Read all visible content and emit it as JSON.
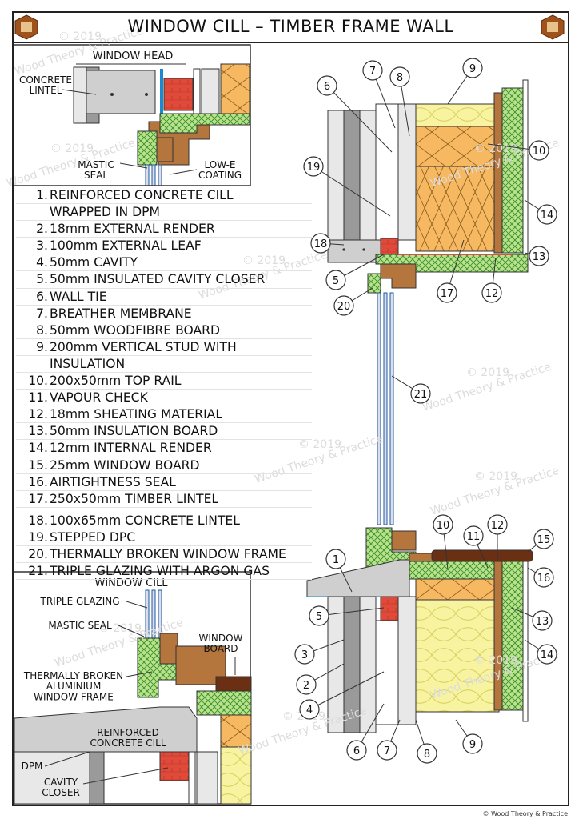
{
  "title": "WINDOW CILL – TIMBER FRAME WALL",
  "insets": {
    "head": {
      "title": "WINDOW HEAD",
      "concrete_lintel": "CONCRETE\nLINTEL",
      "mastic_seal": "MASTIC\nSEAL",
      "low_e_coating": "LOW-E\nCOATING"
    },
    "cill": {
      "title": "WINDOW CILL",
      "triple_glazing": "TRIPLE GLAZING",
      "mastic_seal": "MASTIC SEAL",
      "window_board": "WINDOW\nBOARD",
      "frame": "THERMALLY BROKEN\nALUMINIUM\nWINDOW FRAME",
      "cill": "REINFORCED\nCONCRETE CILL",
      "dpm": "DPM",
      "cavity_closer": "CAVITY\nCLOSER"
    }
  },
  "legend": [
    {
      "num": "1.",
      "text": "REINFORCED CONCRETE CILL"
    },
    {
      "num": "",
      "text": "WRAPPED IN DPM"
    },
    {
      "num": "2.",
      "text": "18mm EXTERNAL RENDER"
    },
    {
      "num": "3.",
      "text": "100mm EXTERNAL LEAF"
    },
    {
      "num": "4.",
      "text": "50mm CAVITY"
    },
    {
      "num": "5.",
      "text": "50mm INSULATED CAVITY CLOSER"
    },
    {
      "num": "6.",
      "text": "WALL TIE"
    },
    {
      "num": "7.",
      "text": "BREATHER MEMBRANE"
    },
    {
      "num": "8.",
      "text": "50mm WOODFIBRE BOARD"
    },
    {
      "num": "9.",
      "text": "200mm VERTICAL STUD WITH"
    },
    {
      "num": "",
      "text": "INSULATION"
    },
    {
      "num": "10.",
      "text": "200x50mm TOP RAIL"
    },
    {
      "num": "11.",
      "text": "VAPOUR CHECK"
    },
    {
      "num": "12.",
      "text": "18mm SHEATING MATERIAL"
    },
    {
      "num": "13.",
      "text": "50mm INSULATION BOARD"
    },
    {
      "num": "14.",
      "text": "12mm INTERNAL RENDER"
    },
    {
      "num": "15.",
      "text": "25mm WINDOW BOARD"
    },
    {
      "num": "16.",
      "text": "AIRTIGHTNESS SEAL"
    },
    {
      "num": "17.",
      "text": "250x50mm TIMBER LINTEL"
    },
    {
      "num": "18.",
      "text": "100x65mm CONCRETE LINTEL"
    },
    {
      "num": "19.",
      "text": "STEPPED DPC"
    },
    {
      "num": "20.",
      "text": "THERMALLY BROKEN WINDOW FRAME"
    },
    {
      "num": "21.",
      "text": "TRIPLE GLAZING WITH ARGON GAS"
    }
  ],
  "callouts_top": [
    "6",
    "7",
    "8",
    "9",
    "10",
    "14",
    "19",
    "18",
    "5",
    "20",
    "17",
    "12",
    "13"
  ],
  "callouts_bottom": [
    "1",
    "10",
    "11",
    "12",
    "15",
    "16",
    "5",
    "13",
    "3",
    "14",
    "2",
    "4",
    "6",
    "7",
    "8",
    "9"
  ],
  "callout_glazing": "21",
  "watermark_year": "© 2019",
  "watermark_text": "Wood Theory & Practice",
  "copyright": "© Wood Theory & Practice",
  "colors": {
    "insulation": "#f8f3a0",
    "timber": "#f5b55a",
    "concrete": "#cfcfcf",
    "brick": "#9a9a9a",
    "closer": "#b5e08a",
    "frame": "#b5763d",
    "dpc": "#e8473a",
    "board": "#6b2f14"
  }
}
